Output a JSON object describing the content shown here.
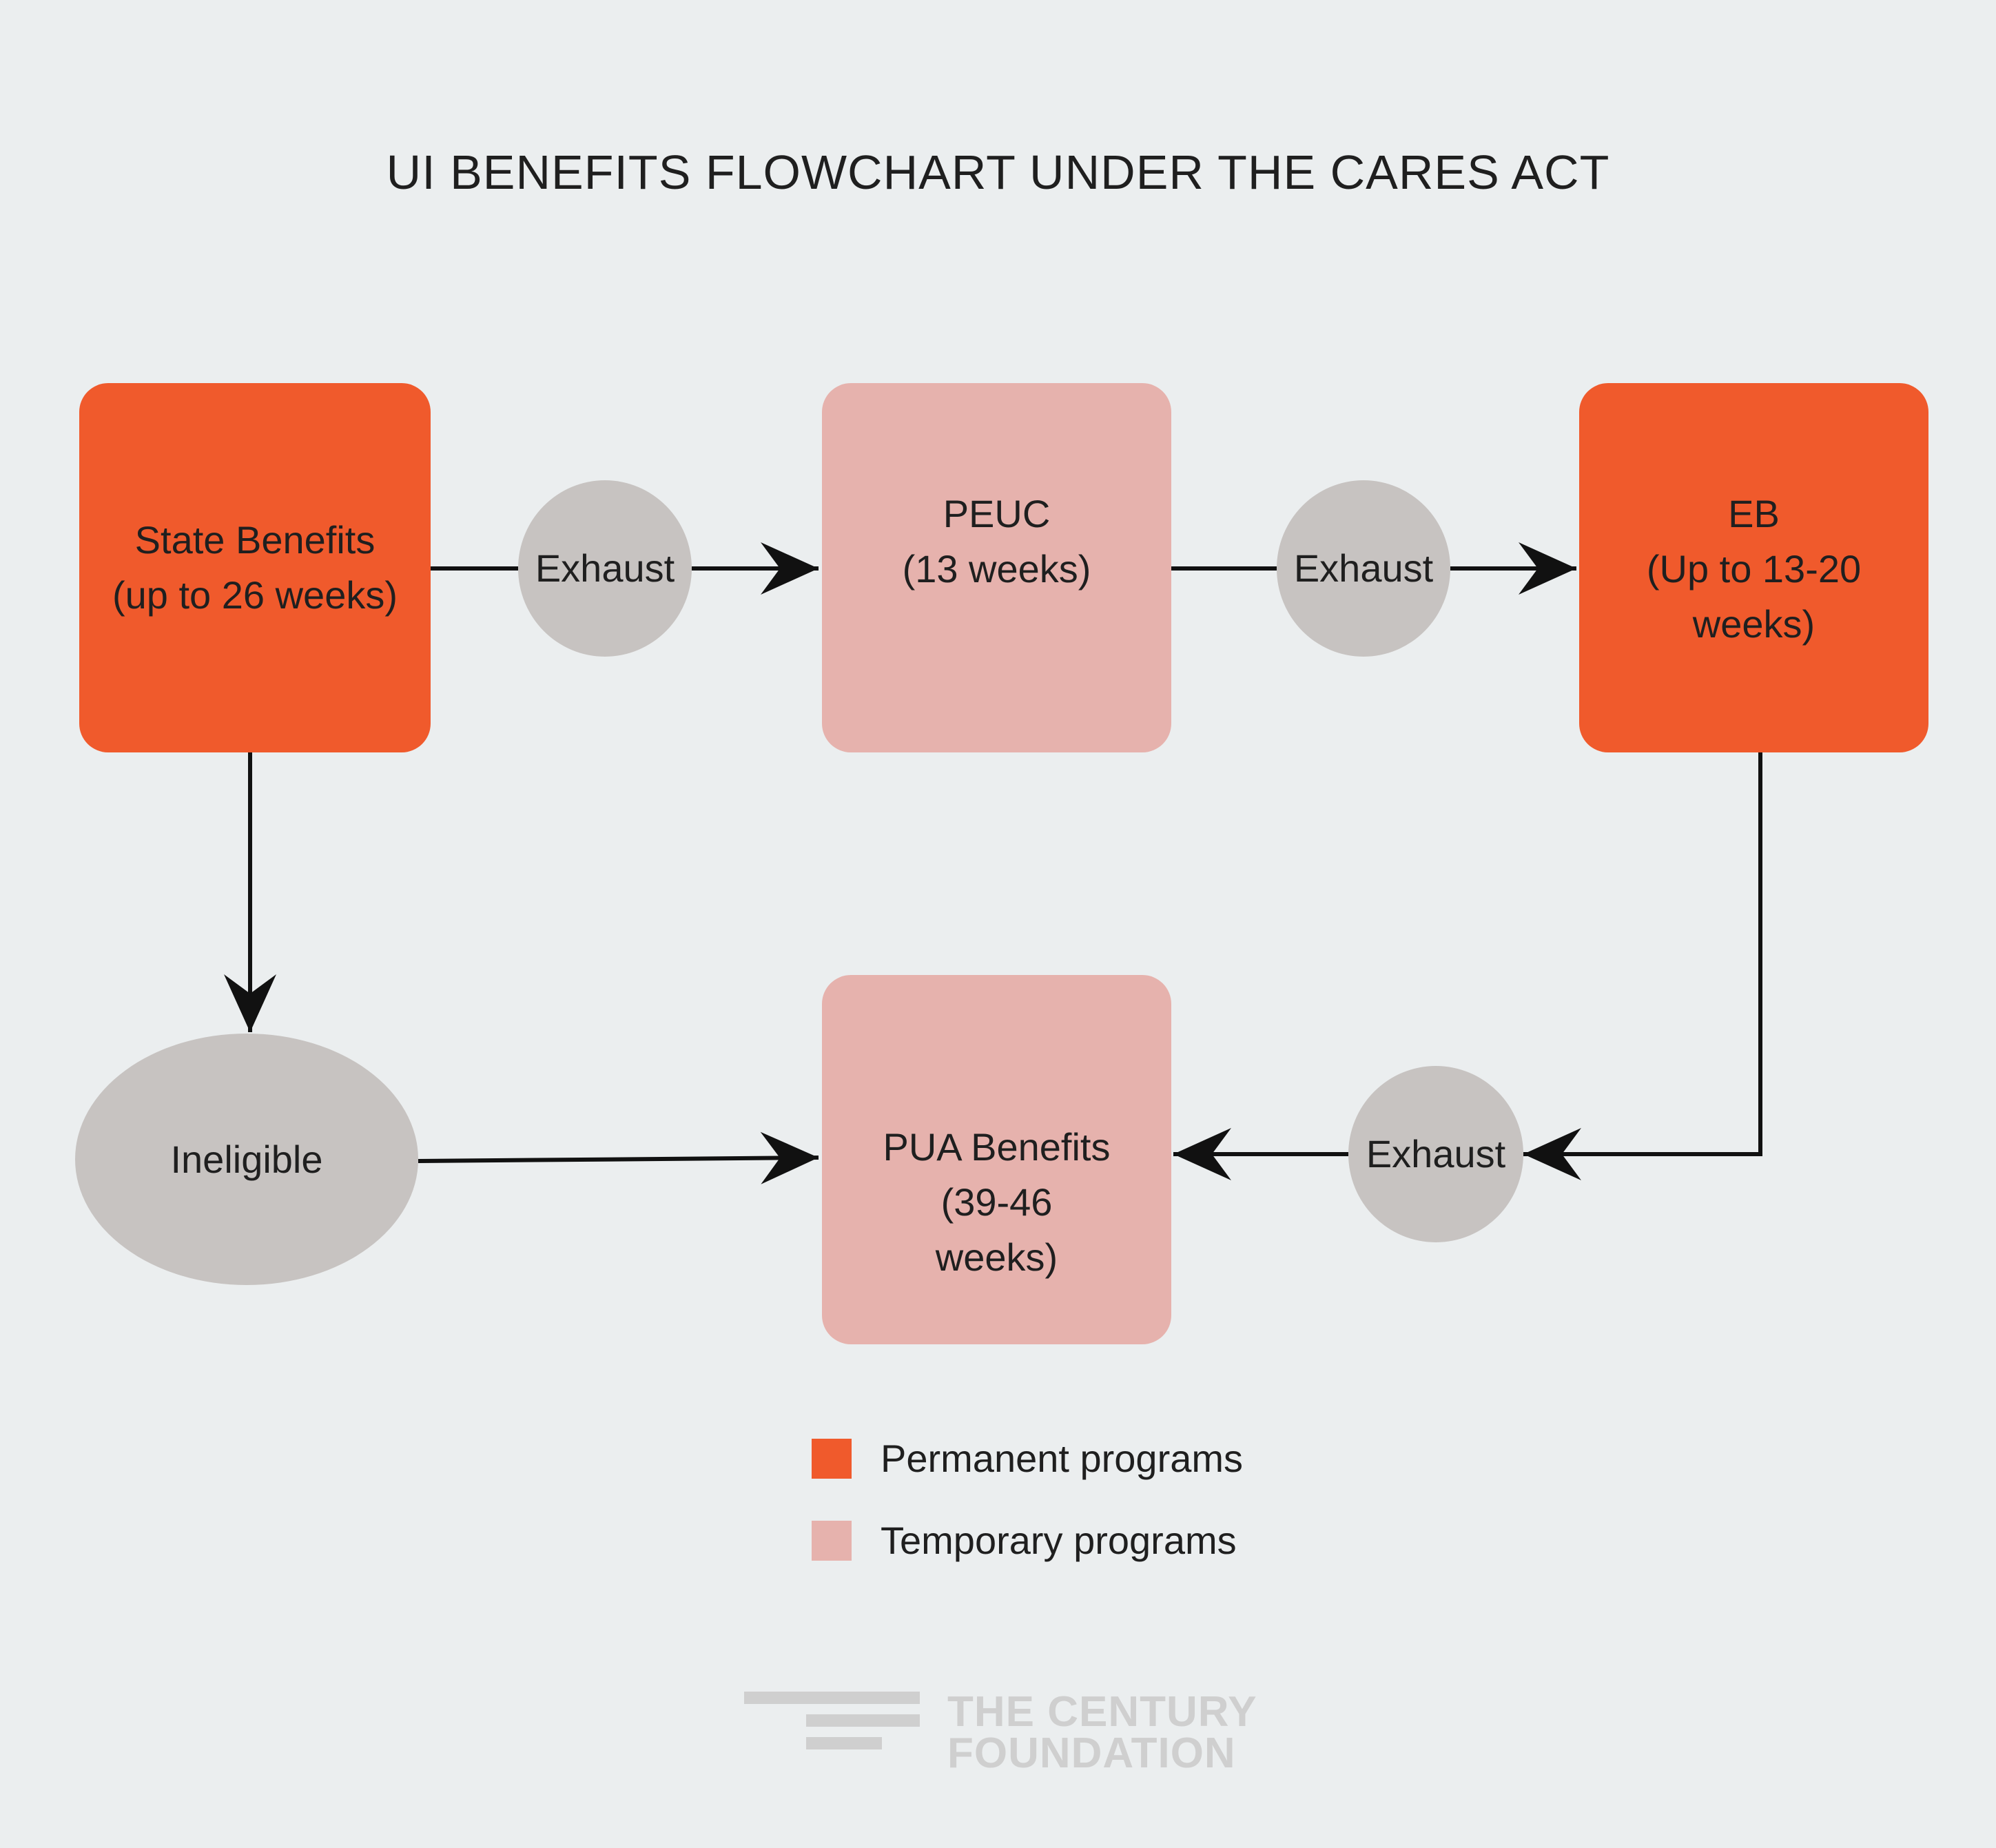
{
  "title": "UI BENEFITS FLOWCHART UNDER THE CARES ACT",
  "nodes": {
    "state": {
      "line1": "State Benefits",
      "line2": "(up to 26 weeks)"
    },
    "peuc": {
      "line1": "PEUC",
      "line2": "(13 weeks)"
    },
    "eb": {
      "line1": "EB",
      "line2": "(Up to 13-20",
      "line3": "weeks)"
    },
    "pua": {
      "line1": "PUA Benefits",
      "line2": "(39-46",
      "line3": "weeks)"
    },
    "exhaust1": {
      "label": "Exhaust"
    },
    "exhaust2": {
      "label": "Exhaust"
    },
    "exhaust3": {
      "label": "Exhaust"
    },
    "ineligible": {
      "label": "Ineligible"
    }
  },
  "legend": [
    {
      "label": "Permanent programs",
      "color": "#F05A2C"
    },
    {
      "label": "Temporary programs",
      "color": "#E6B2AD"
    }
  ],
  "colors": {
    "permanent": "#F05A2C",
    "temporary": "#E6B2AD",
    "connector": "#C7C3C1",
    "background": "#EBEEEF"
  },
  "logo": {
    "line1": "THE CENTURY",
    "line2": "FOUNDATION"
  }
}
